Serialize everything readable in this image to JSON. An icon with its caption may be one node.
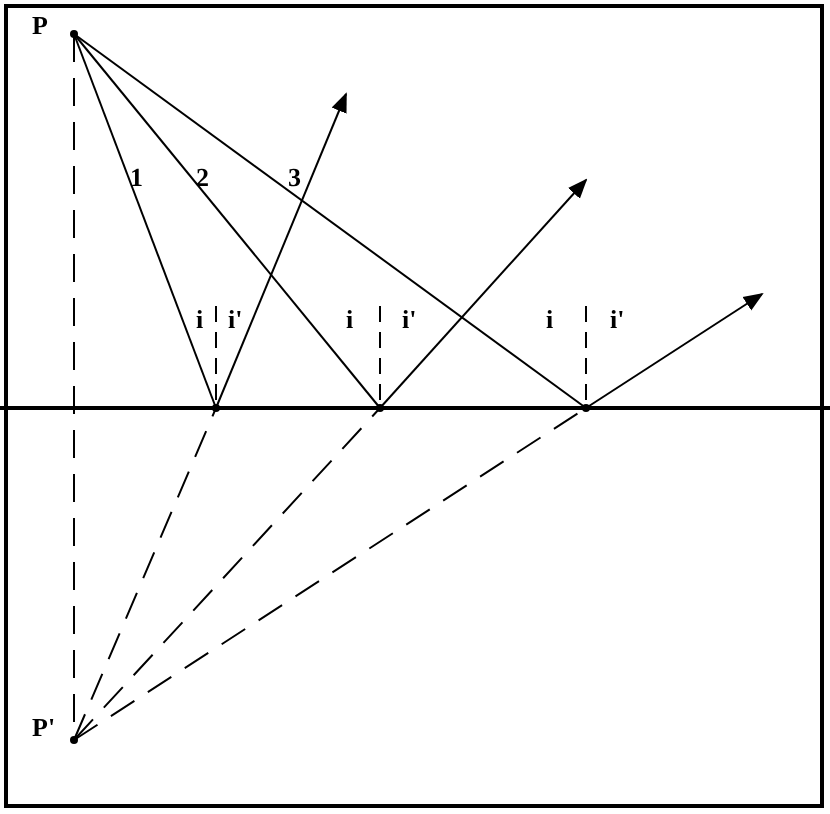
{
  "diagram": {
    "nodes": [
      {
        "text": [
          "P"
        ]
      },
      {
        "text": [
          "P'"
        ]
      },
      {
        "text": [],
        "shape": "point"
      },
      {
        "text": [],
        "shape": "point"
      },
      {
        "text": [],
        "shape": "point"
      }
    ],
    "edges": [
      {
        "from": 0,
        "to": 2,
        "arrow": "none",
        "label": "1"
      },
      {
        "from": 0,
        "to": 3,
        "arrow": "none",
        "label": "2"
      },
      {
        "from": 0,
        "to": 4,
        "arrow": "none",
        "label": "3"
      },
      {
        "from": 2,
        "to": null,
        "arrow": "to"
      },
      {
        "from": 3,
        "to": null,
        "arrow": "to"
      },
      {
        "from": 4,
        "to": null,
        "arrow": "to"
      },
      {
        "from": 1,
        "to": 2,
        "arrow": "none",
        "style": "dashed"
      },
      {
        "from": 1,
        "to": 3,
        "arrow": "none",
        "style": "dashed"
      },
      {
        "from": 1,
        "to": 4,
        "arrow": "none",
        "style": "dashed"
      },
      {
        "from": 0,
        "to": 1,
        "arrow": "none",
        "style": "dashed"
      }
    ],
    "labels": [
      "i",
      "i'",
      "i",
      "i'",
      "i",
      "i'"
    ]
  }
}
